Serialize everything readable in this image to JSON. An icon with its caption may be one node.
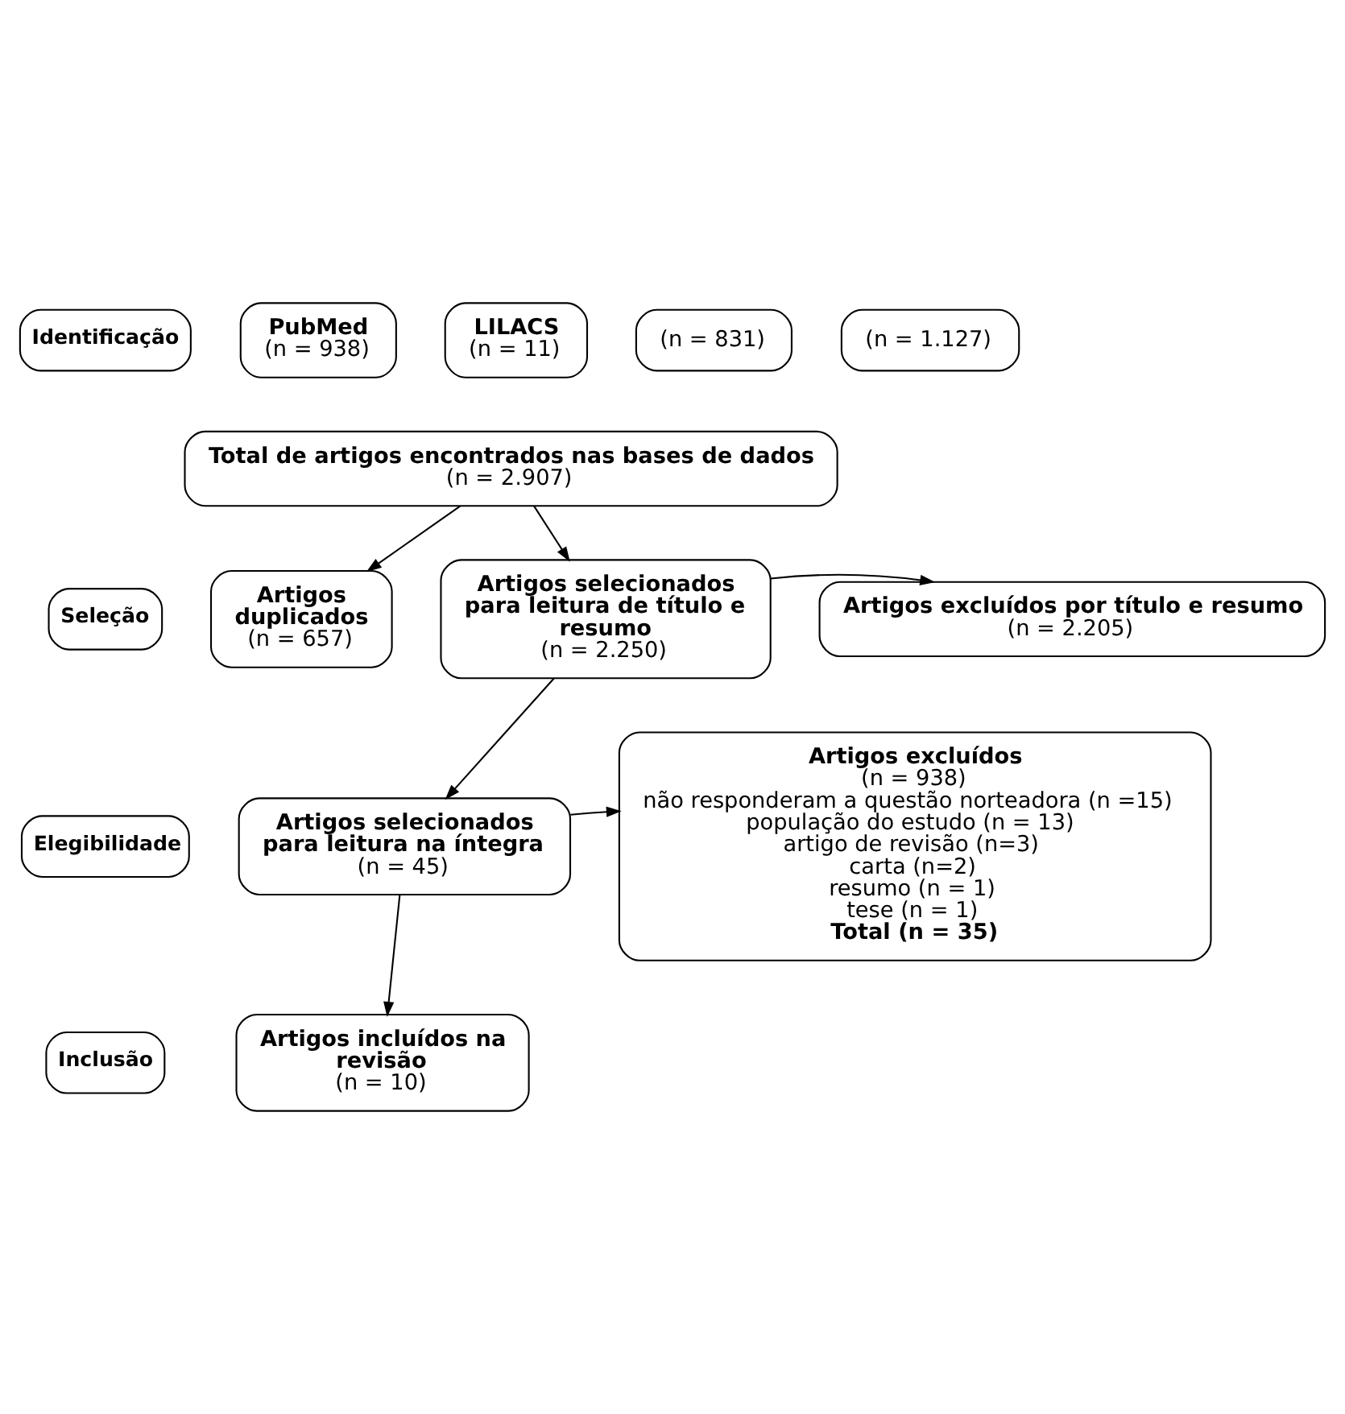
{
  "diagram": {
    "nodes": [
      {
        "text": [
          "Identificação"
        ]
      },
      {
        "text": [
          "PubMed",
          "(n = 938)"
        ]
      },
      {
        "text": [
          "LILACS",
          "(n = 11)"
        ]
      },
      {
        "text": [
          "(n = 831)"
        ]
      },
      {
        "text": [
          "(n = 1.127)"
        ]
      },
      {
        "text": [
          "Total de artigos encontrados nas bases de dados",
          "(n = 2.907)"
        ]
      },
      {
        "text": [
          "Seleção"
        ]
      },
      {
        "text": [
          "Artigos duplicados",
          "(n = 657)"
        ]
      },
      {
        "text": [
          "Artigos selecionados para leitura de título e resumo",
          "(n = 2.250)"
        ]
      },
      {
        "text": [
          "Artigos excluídos por título e resumo",
          "(n = 2.205)"
        ]
      },
      {
        "text": [
          "Elegibilidade"
        ]
      },
      {
        "text": [
          "Artigos selecionados para leitura na íntegra",
          "(n = 45)"
        ]
      },
      {
        "text": [
          "Artigos excluídos",
          "(n = 938)",
          "não responderam a questão norteadora (n =15)",
          "população do estudo (n = 13)",
          "artigo de revisão (n=3)",
          "carta (n=2)",
          "resumo (n = 1)",
          "tese (n = 1)",
          "Total (n = 35)"
        ]
      },
      {
        "text": [
          "Inclusão"
        ]
      },
      {
        "text": [
          "Artigos incluídos na revisão",
          "(n = 10)"
        ]
      }
    ],
    "edges": [
      {
        "from": 5,
        "to": 8,
        "arrow": "to"
      },
      {
        "from": 5,
        "to": 7,
        "arrow": "to"
      },
      {
        "from": 8,
        "to": 9,
        "arrow": "to"
      },
      {
        "from": 8,
        "to": 11,
        "arrow": "to"
      },
      {
        "from": 11,
        "to": 12,
        "arrow": "to"
      },
      {
        "from": 11,
        "to": 14,
        "arrow": "to"
      }
    ]
  }
}
